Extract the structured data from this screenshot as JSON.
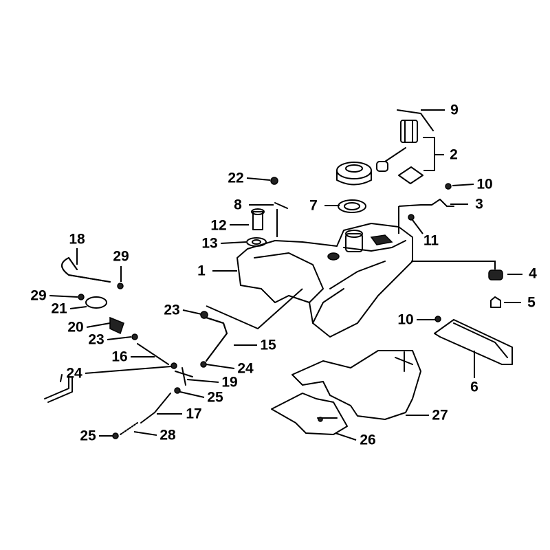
{
  "diagram": {
    "title": "Fuel tank exploded parts diagram",
    "callouts": [
      "9",
      "2",
      "10",
      "3",
      "22",
      "8",
      "7",
      "12",
      "13",
      "11",
      "1",
      "4",
      "5",
      "18",
      "29",
      "29",
      "21",
      "20",
      "23",
      "23",
      "15",
      "16",
      "10",
      "6",
      "24",
      "24",
      "19",
      "25",
      "17",
      "27",
      "25",
      "28",
      "26"
    ]
  }
}
